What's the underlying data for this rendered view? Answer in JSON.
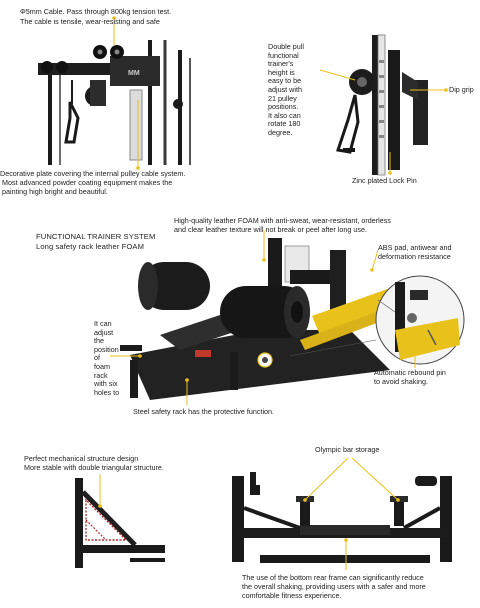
{
  "section1": {
    "cable_line1": "Φ5mm Cable. Pass through 800kg tension test.",
    "cable_line2": "The cable is tensile, wear-resisting and safe",
    "double_pull_lines": [
      "Double pull",
      "functional",
      "trainer's",
      "height is",
      "easy to be",
      "adjust with",
      "21 pulley",
      "positions.",
      "It also can",
      "rotate 180",
      "degree."
    ],
    "dip_grip": "Dip grip",
    "zinc_pin": "Zinc plated Lock Pin",
    "decorative_line1": "Decorative plate covering the internal pulley cable system.",
    "decorative_line2": "Most advanced powder coating equipment makes the",
    "decorative_line3": "painting high bright and beautiful.",
    "brand_logo": "MM"
  },
  "section2": {
    "heading_line1": "FUNCTIONAL TRAINER SYSTEM",
    "heading_line2": "Long safety rack leather FOAM",
    "foam_line1": "High-quality leather FOAM with anti-sweat, wear-resistant, orderless",
    "foam_line2": "and clear leather texture will not break or peel after long use.",
    "abs_line1": "ABS pad, antiwear and",
    "abs_line2": "deformation resistance",
    "adjust_lines": [
      "It can",
      "adjust",
      "the",
      "position",
      "of",
      "foam",
      "rack",
      "with six",
      "holes to"
    ],
    "rebound_line1": "Automatic rebound pin",
    "rebound_line2": "to avoid shaking.",
    "steel_rack": "Steel safety rack has the protective function."
  },
  "section3": {
    "structure_line1": "Perfect mechanical structure design",
    "structure_line2": "More stable with double triangular structure.",
    "olympic": "Olympic bar storage",
    "bottom_line1": "The use of the bottom rear frame can significantly reduce",
    "bottom_line2": "the overall shaking, providing users with a safer and more",
    "bottom_line3": "comfortable fitness experience."
  },
  "colors": {
    "accent_yellow": "#e8c21a",
    "frame_black": "#1a1a1a",
    "pin_red": "#c0392b"
  }
}
